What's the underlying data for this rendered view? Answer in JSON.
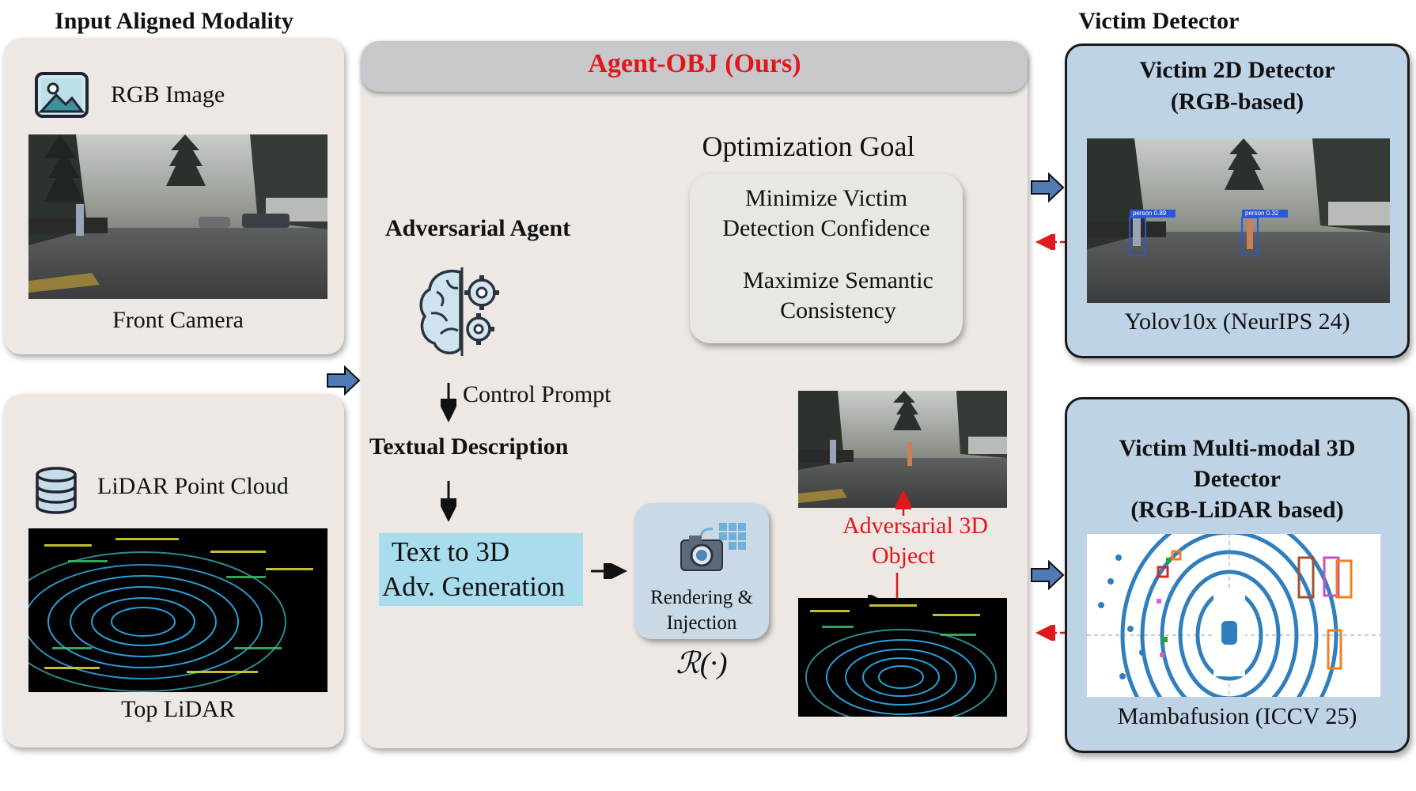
{
  "headers": {
    "left": "Input Aligned Modality",
    "right": "Victim Detector"
  },
  "input": {
    "rgb_label": "RGB Image",
    "rgb_caption": "Front Camera",
    "lidar_label": "LiDAR Point Cloud",
    "lidar_caption": "Top LiDAR"
  },
  "agent": {
    "title": "Agent-OBJ (Ours)",
    "adversarial_agent": "Adversarial Agent",
    "control_prompt": "Control Prompt",
    "textual_description": "Textual Description",
    "text_to_3d_line1": "Text to 3D",
    "text_to_3d_line2": "Adv. Generation",
    "rendering_line1": "Rendering &",
    "rendering_line2": "Injection",
    "render_fn": "ℛ(·)",
    "opt_goal_title": "Optimization Goal",
    "goal1_line1": "Minimize Victim",
    "goal1_line2": "Detection Confidence",
    "goal2_line1": "Maximize Semantic",
    "goal2_line2": "Consistency",
    "adv_obj_line1": "Adversarial 3D",
    "adv_obj_line2": "Object"
  },
  "victims": {
    "d2_title_line1": "Victim 2D Detector",
    "d2_title_line2": "(RGB-based)",
    "d2_caption": "Yolov10x (NeurIPS 24)",
    "det1": "person 0.89",
    "det2": "person 0.32",
    "d3_title_line1": "Victim Multi-modal 3D",
    "d3_title_line2": "Detector",
    "d3_title_line3": "(RGB-LiDAR based)",
    "d3_caption": "Mambafusion (ICCV 25)"
  },
  "colors": {
    "accent_red": "#e0181b",
    "panel_gray": "#ede8e4",
    "victim_blue": "#bfd3e6",
    "arrow_blue": "#4f7ab3",
    "text_box_cyan": "#a9dcec"
  }
}
